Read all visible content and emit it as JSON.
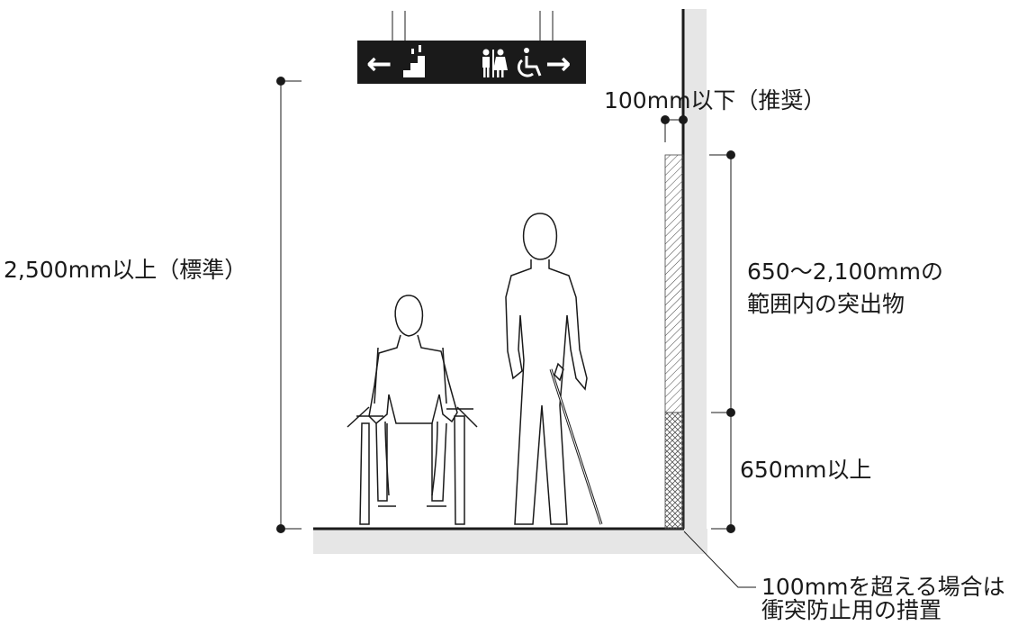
{
  "diagram": {
    "labels": {
      "ceiling_height": "2,500mm以上（標準）",
      "top_gap": "100mm以下（推奨）",
      "protrusion_range": [
        "650～2,100mmの",
        "範囲内の突出物"
      ],
      "lower_zone": "650mm以上",
      "collision_note": [
        "100mmを超える場合は",
        "衝突防止用の措置"
      ]
    },
    "sign": {
      "left_arrow": "←",
      "right_arrow": "→",
      "icons": [
        "stairs-icon",
        "restroom-icon",
        "wheelchair-icon"
      ]
    },
    "figures": [
      "wheelchair-user",
      "person-with-white-cane"
    ],
    "colors": {
      "line": "#1a1a1a",
      "floor_fill": "#e6e6e6",
      "wall_fill": "#e6e6e6",
      "sign_bg": "#1a1a1a",
      "sign_fg": "#ffffff"
    }
  }
}
